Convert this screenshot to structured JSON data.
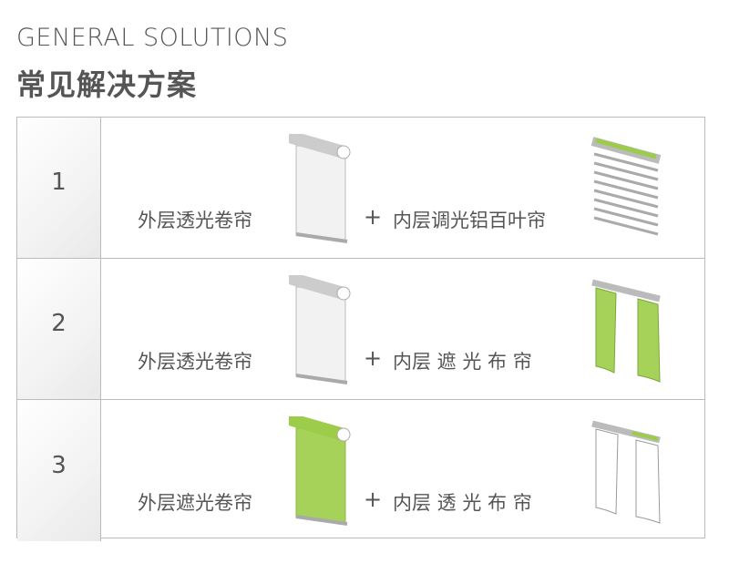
{
  "header": {
    "title_en": "GENERAL SOLUTIONS",
    "title_cn": "常见解决方案"
  },
  "accent": "#9ccc4a",
  "rows": [
    {
      "number": "1",
      "outer": "外层透光卷帘",
      "plus": "+",
      "inner": "内层调光铝百叶帘",
      "outer_icon": "white-roller-blind-icon",
      "inner_icon": "aluminum-venetian-blind-icon"
    },
    {
      "number": "2",
      "outer": "外层透光卷帘",
      "plus": "+",
      "inner": "内层 遮 光 布 帘",
      "outer_icon": "white-roller-blind-icon",
      "inner_icon": "green-curtain-icon"
    },
    {
      "number": "3",
      "outer": "外层遮光卷帘",
      "plus": "+",
      "inner": "内层 透 光 布 帘",
      "outer_icon": "green-roller-blind-icon",
      "inner_icon": "white-curtain-icon"
    }
  ]
}
